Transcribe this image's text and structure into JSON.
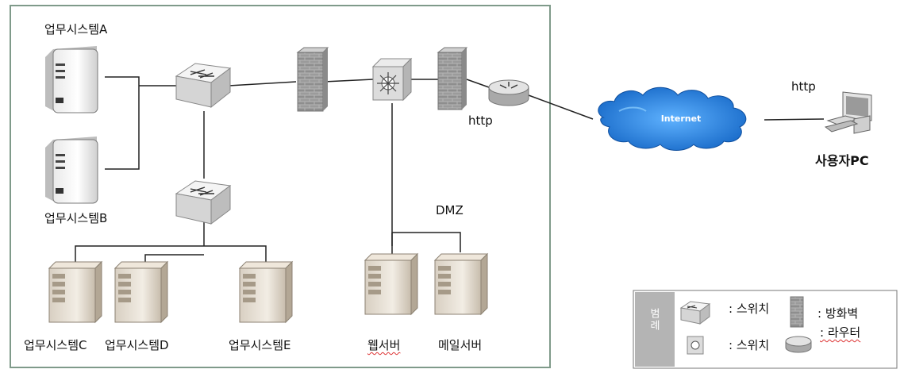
{
  "nodes": {
    "sys_a": "업무시스템A",
    "sys_b": "업무시스템B",
    "sys_c": "업무시스템C",
    "sys_d": "업무시스템D",
    "sys_e": "업무시스템E",
    "web_server": "웹서버",
    "mail_server": "메일서버",
    "user_pc": "사용자PC",
    "internet": "Internet",
    "dmz": "DMZ",
    "http_router": "http",
    "http_pc": "http"
  },
  "legend": {
    "title": "범례",
    "switch_l2": ": 스위치",
    "switch_l3": ": 스위치",
    "firewall": ": 방화벽",
    "router": ": 라우터"
  },
  "colors": {
    "frame": "#7f9a8a",
    "internet_cloud": "#2b7fd6",
    "line": "#222222"
  }
}
